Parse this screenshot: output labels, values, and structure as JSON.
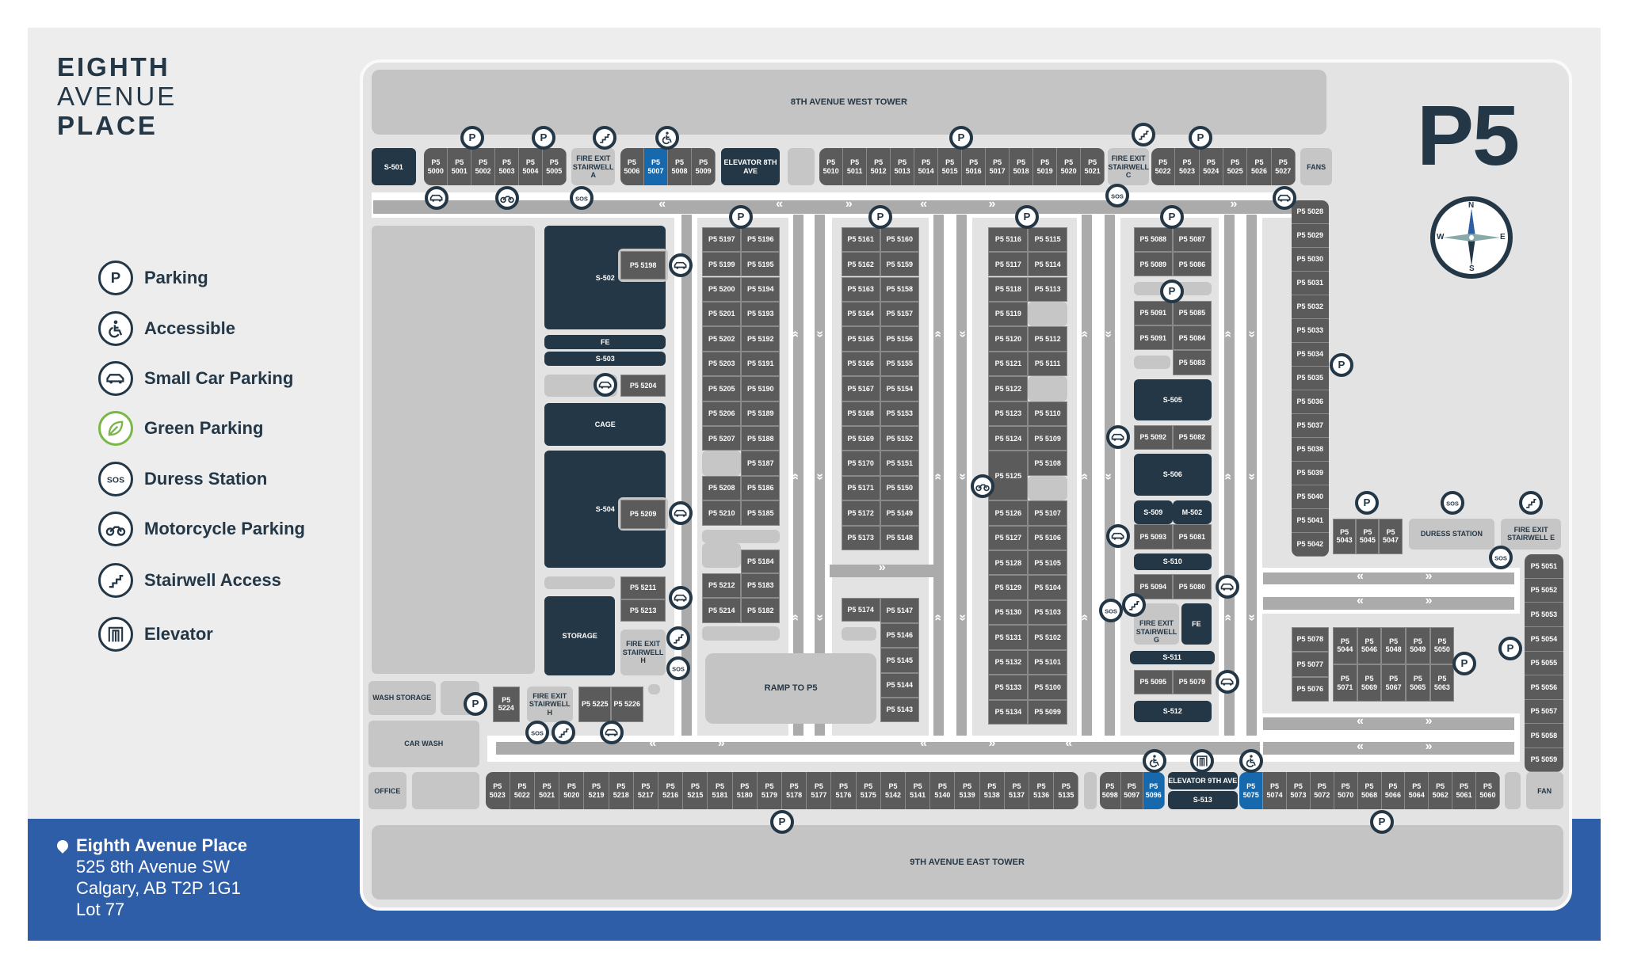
{
  "logo": {
    "line1": "EIGHTH",
    "line2": "AVENUE",
    "line3": "PLACE"
  },
  "level": "P5",
  "compass": {
    "n": "N",
    "s": "S",
    "e": "E",
    "w": "W"
  },
  "legend": [
    {
      "icon": "parking",
      "label": "Parking"
    },
    {
      "icon": "accessible",
      "label": "Accessible"
    },
    {
      "icon": "small-car",
      "label": "Small Car Parking"
    },
    {
      "icon": "green-leaf",
      "label": "Green Parking"
    },
    {
      "icon": "sos",
      "label": "Duress Station"
    },
    {
      "icon": "motorcycle",
      "label": "Motorcycle Parking"
    },
    {
      "icon": "stairs",
      "label": "Stairwell Access"
    },
    {
      "icon": "elevator",
      "label": "Elevator"
    }
  ],
  "footer": {
    "name": "Eighth Avenue Place",
    "address1": "525 8th Avenue SW",
    "address2": "Calgary, AB T2P 1G1",
    "lot": "Lot 77"
  },
  "towers": {
    "top": "8TH AVENUE WEST TOWER",
    "bottom": "9TH AVENUE EAST TOWER"
  },
  "rooms": {
    "s501": "S-501",
    "fire_a": "FIRE EXIT STAIRWELL A",
    "elevator_8th": "ELEVATOR 8TH AVE",
    "fire_c": "FIRE EXIT STAIRWELL C",
    "fans": "FANS",
    "s502": "S-502",
    "fe": "FE",
    "s503": "S-503",
    "cage": "CAGE",
    "s504": "S-504",
    "storage": "STORAGE",
    "fire_h": "FIRE EXIT STAIRWELL H",
    "wash_storage": "WASH STORAGE",
    "car_wash": "CAR WASH",
    "office": "OFFICE",
    "ramp": "RAMP TO P5",
    "s505": "S-505",
    "s506": "S-506",
    "s509": "S-509",
    "m502": "M-502",
    "s510": "S-510",
    "fire_g": "FIRE EXIT STAIRWELL G",
    "s511": "S-511",
    "s512": "S-512",
    "elevator_9th": "ELEVATOR 9TH AVE",
    "s513": "S-513",
    "fan": "FAN",
    "duress": "DURESS STATION",
    "fire_e": "FIRE EXIT STAIRWELL E"
  },
  "arrows": {
    "left": "«",
    "right": "»",
    "up": "«",
    "down": "»"
  },
  "colors": {
    "stall": "#5b5b5b",
    "accessible_stall": "#1769ad",
    "room": "#243746",
    "footer": "#2f5ea8",
    "green": "#7ab648"
  },
  "stalls": {
    "top1": [
      "P5 5000",
      "P5 5001",
      "P5 5002",
      "P5 5003",
      "P5 5004",
      "P5 5005"
    ],
    "top2": [
      "P5 5006",
      "P5 5007",
      "P5 5008",
      "P5 5009"
    ],
    "top3": [
      "P5 5010",
      "P5 5011",
      "P5 5012",
      "P5 5013",
      "P5 5014",
      "P5 5015",
      "P5 5016",
      "P5 5017",
      "P5 5018",
      "P5 5019",
      "P5 5020",
      "P5 5021"
    ],
    "top4": [
      "P5 5022",
      "P5 5023",
      "P5 5024",
      "P5 5025",
      "P5 5026",
      "P5 5027"
    ],
    "bottom1": [
      "P5 5023",
      "P5 5022",
      "P5 5021",
      "P5 5020",
      "P5 5219",
      "P5 5218",
      "P5 5217",
      "P5 5216",
      "P5 5215",
      "P5 5181",
      "P5 5180",
      "P5 5179",
      "P5 5178",
      "P5 5177",
      "P5 5176",
      "P5 5175",
      "P5 5142",
      "P5 5141",
      "P5 5140",
      "P5 5139",
      "P5 5138",
      "P5 5137",
      "P5 5136",
      "P5 5135"
    ],
    "bottom2": [
      "P5 5098",
      "P5 5097",
      "P5 5096"
    ],
    "bottom3": [
      "P5 5075",
      "P5 5074",
      "P5 5073",
      "P5 5072",
      "P5 5070",
      "P5 5068",
      "P5 5066",
      "P5 5064",
      "P5 5062",
      "P5 5061",
      "P5 5060"
    ],
    "right1": [
      "P5 5028",
      "P5 5029",
      "P5 5030",
      "P5 5031",
      "P5 5032",
      "P5 5033",
      "P5 5034",
      "P5 5035",
      "P5 5036",
      "P5 5037",
      "P5 5038",
      "P5 5039",
      "P5 5040",
      "P5 5041",
      "P5 5042"
    ],
    "right2": [
      "P5 5051",
      "P5 5052",
      "P5 5053",
      "P5 5054",
      "P5 5055",
      "P5 5056",
      "P5 5057",
      "P5 5058",
      "P5 5059"
    ],
    "colA_left": [
      "P5 5197",
      "P5 5199",
      "P5 5200",
      "P5 5201",
      "P5 5202",
      "P5 5203",
      "P5 5205",
      "P5 5206",
      "P5 5207",
      null,
      "P5 5208",
      "P5 5210"
    ],
    "colA_right": [
      "P5 5196",
      "P5 5195",
      "P5 5194",
      "P5 5193",
      "P5 5192",
      "P5 5191",
      "P5 5190",
      "P5 5189",
      "P5 5188",
      "P5 5187",
      "P5 5186",
      "P5 5185"
    ],
    "colA_bottom": [
      "P5 5184",
      "P5 5212",
      "P5 5183",
      "P5 5214",
      "P5 5182"
    ],
    "colB_left": [
      "P5 5161",
      "P5 5162",
      "P5 5163",
      "P5 5164",
      "P5 5165",
      "P5 5166",
      "P5 5167",
      "P5 5168",
      "P5 5169",
      "P5 5170",
      "P5 5171",
      "P5 5172",
      "P5 5173"
    ],
    "colB_right": [
      "P5 5160",
      "P5 5159",
      "P5 5158",
      "P5 5157",
      "P5 5156",
      "P5 5155",
      "P5 5154",
      "P5 5153",
      "P5 5152",
      "P5 5151",
      "P5 5150",
      "P5 5149",
      "P5 5148"
    ],
    "colB_lower": [
      "P5 5174",
      "P5 5147",
      "P5 5146",
      "P5 5145",
      "P5 5144",
      "P5 5143"
    ],
    "colC_left": [
      "P5 5116",
      "P5 5117",
      "P5 5118",
      "P5 5119",
      "P5 5120",
      "P5 5121",
      "P5 5122",
      "P5 5123",
      "P5 5124",
      "P5 5125",
      "P5 5126",
      "P5 5127",
      "P5 5128",
      "P5 5129",
      "P5 5130",
      "P5 5131",
      "P5 5132",
      "P5 5133",
      "P5 5134"
    ],
    "colC_right": [
      "P5 5115",
      "P5 5114",
      "P5 5113",
      null,
      "P5 5112",
      "P5 5111",
      null,
      "P5 5110",
      "P5 5109",
      "P5 5108",
      null,
      "P5 5107",
      "P5 5106",
      "P5 5105",
      "P5 5104",
      "P5 5103",
      "P5 5102",
      "P5 5101",
      "P5 5100",
      "P5 5099"
    ],
    "colD": [
      "P5 5088",
      "P5 5087",
      "P5 5089",
      "P5 5086",
      "P5 5091",
      "P5 5085",
      "P5 5091",
      "P5 5084",
      "P5 5083",
      "P5 5092",
      "P5 5082",
      "P5 5093",
      "P5 5081",
      "P5 5094",
      "P5 5080",
      "P5 5095",
      "P5 5079"
    ],
    "singles": [
      "P5 5198",
      "P5 5204",
      "P5 5209",
      "P5 5211",
      "P5 5213",
      "P5 5224",
      "P5 5225",
      "P5 5226"
    ],
    "right_block": [
      "P5 5043",
      "P5 5045",
      "P5 5047",
      "P5 5078",
      "P5 5077",
      "P5 5076"
    ],
    "right_grid": [
      "P5 5044",
      "P5 5046",
      "P5 5048",
      "P5 5049",
      "P5 5050",
      "P5 5071",
      "P5 5069",
      "P5 5067",
      "P5 5065",
      "P5 5063"
    ]
  }
}
